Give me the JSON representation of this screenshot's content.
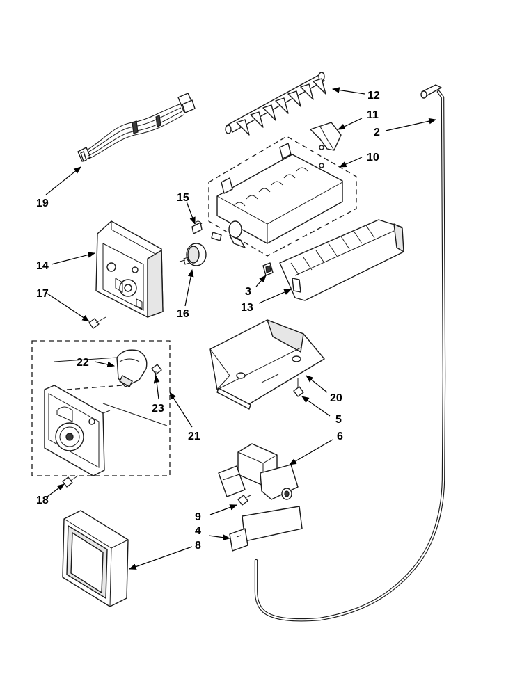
{
  "callouts": {
    "c2": "2",
    "c3": "3",
    "c4": "4",
    "c5": "5",
    "c6": "6",
    "c8": "8",
    "c9": "9",
    "c10": "10",
    "c11": "11",
    "c12": "12",
    "c13": "13",
    "c14": "14",
    "c15": "15",
    "c16": "16",
    "c17": "17",
    "c18": "18",
    "c19": "19",
    "c20": "20",
    "c21": "21",
    "c22": "22",
    "c23": "23"
  }
}
